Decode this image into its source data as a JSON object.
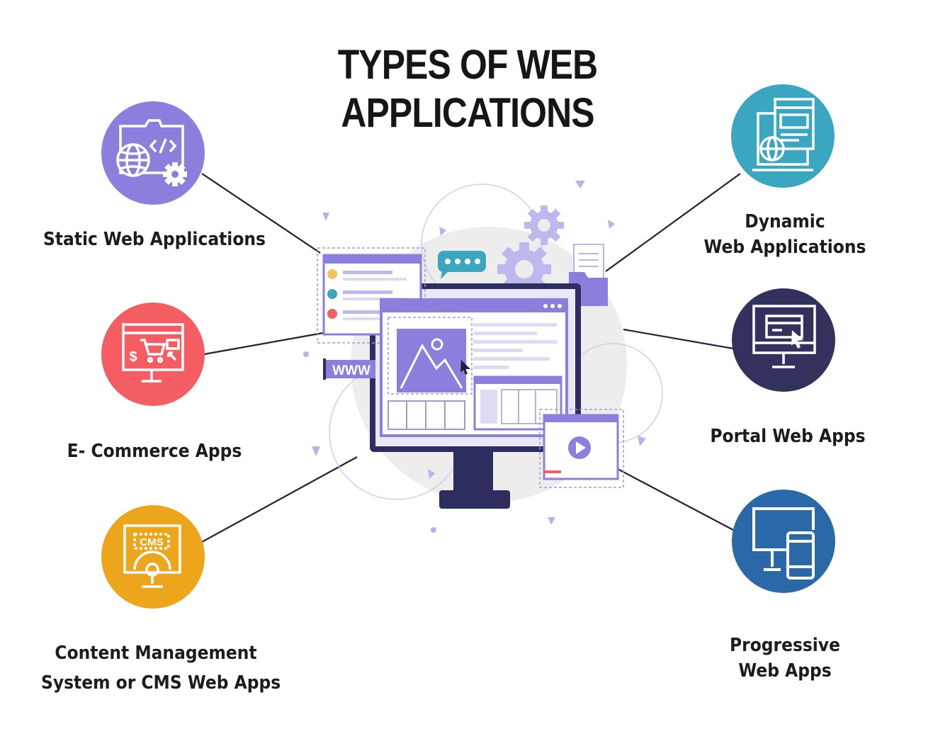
{
  "title": {
    "line1": "TYPES OF WEB",
    "line2": "APPLICATIONS"
  },
  "center_illustration": {
    "www_label": "WWW"
  },
  "categories": [
    {
      "id": "static",
      "label_lines": [
        "Static Web Applications"
      ],
      "color": "#8a7fdc",
      "icon": "web-code-gear-icon"
    },
    {
      "id": "ecommerce",
      "label_lines": [
        "E- Commerce Apps"
      ],
      "color": "#f45d62",
      "icon": "ecommerce-monitor-icon"
    },
    {
      "id": "cms",
      "label_lines": [
        "Content Management",
        "System or CMS Web Apps"
      ],
      "color": "#eda61c",
      "icon": "cms-monitor-icon",
      "icon_text": "CMS"
    },
    {
      "id": "dynamic",
      "label_lines": [
        "Dynamic",
        "Web Applications"
      ],
      "color": "#3aa6bf",
      "icon": "dynamic-laptop-globe-icon"
    },
    {
      "id": "portal",
      "label_lines": [
        "Portal Web Apps"
      ],
      "color": "#33325e",
      "icon": "portal-monitor-icon"
    },
    {
      "id": "progressive",
      "label_lines": [
        "Progressive",
        "Web Apps"
      ],
      "color": "#2a68a8",
      "icon": "progressive-devices-icon"
    }
  ]
}
